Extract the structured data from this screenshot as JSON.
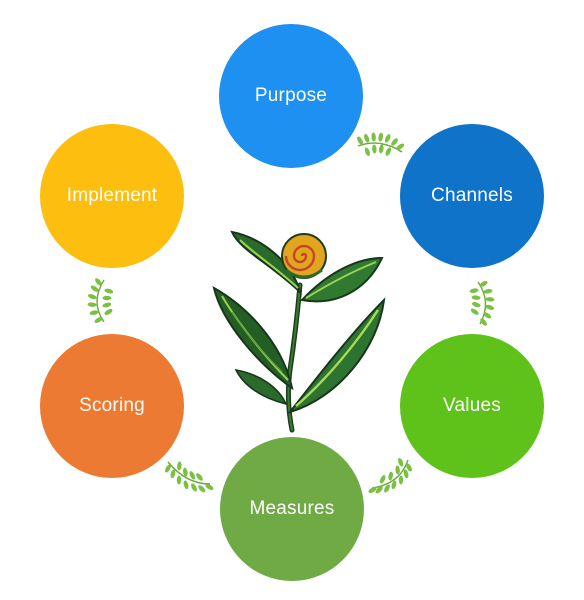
{
  "diagram": {
    "nodes": [
      {
        "key": "purpose",
        "label": "Purpose",
        "color": "#1E90F2"
      },
      {
        "key": "channels",
        "label": "Channels",
        "color": "#0F74C9"
      },
      {
        "key": "values",
        "label": "Values",
        "color": "#5EC21A"
      },
      {
        "key": "measures",
        "label": "Measures",
        "color": "#6FAA45"
      },
      {
        "key": "scoring",
        "label": "Scoring",
        "color": "#EC7A33"
      },
      {
        "key": "implement",
        "label": "Implement",
        "color": "#FDBE10"
      }
    ],
    "center_icon": "flower-plant-icon",
    "connector_icon": "laurel-vine-icon",
    "connector_color": "#7BC043"
  }
}
